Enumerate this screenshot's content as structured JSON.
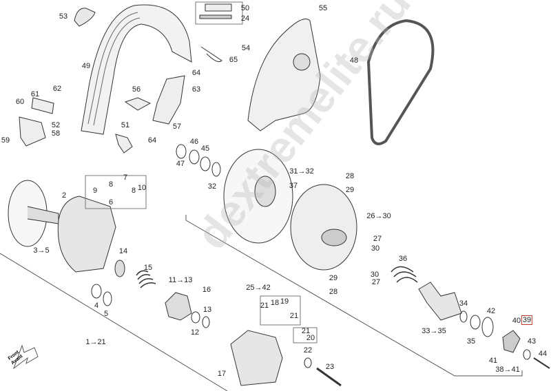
{
  "title": "Driven pulley parts diagram",
  "watermark": "dextremelite.ru",
  "front_arrow": {
    "line1": "Front",
    "line2": "Avant"
  },
  "highlight_color": "#c0392b",
  "labels": {
    "p53": "53",
    "p50": "50",
    "p24": "24",
    "p49": "49",
    "p65": "65",
    "p54": "54",
    "p55": "55",
    "p48": "48",
    "p64a": "64",
    "p63": "63",
    "p56": "56",
    "p61": "61",
    "p62": "62",
    "p60": "60",
    "p52": "52",
    "p58": "58",
    "p59": "59",
    "p51": "51",
    "p57": "57",
    "p64b": "64",
    "p47": "47",
    "p46": "46",
    "p45": "45",
    "p32": "32",
    "p9": "9",
    "p8a": "8",
    "p7": "7",
    "p8b": "8",
    "p10": "10",
    "p2": "2",
    "p6": "6",
    "p3_5": "3→5",
    "p14": "14",
    "p15": "15",
    "p11_13": "11→13",
    "p16": "16",
    "p4": "4",
    "p5": "5",
    "p13": "13",
    "p12": "12",
    "p1_21": "1→21",
    "p25_42": "25→42",
    "p21a": "21",
    "p18": "18",
    "p19": "19",
    "p21b": "21",
    "p21c": "21",
    "p20": "20",
    "p17": "17",
    "p22": "22",
    "p23": "23",
    "p31_32": "31→32",
    "p37": "37",
    "p28a": "28",
    "p29a": "29",
    "p26_30": "26→30",
    "p27a": "27",
    "p30a": "30",
    "p36": "36",
    "p30b": "30",
    "p27b": "27",
    "p29b": "29",
    "p28b": "28",
    "p34": "34",
    "p42": "42",
    "p40": "40",
    "p39": "39",
    "p33_35": "33→35",
    "p35": "35",
    "p43": "43",
    "p41": "41",
    "p44": "44",
    "p38_41": "38→41"
  }
}
